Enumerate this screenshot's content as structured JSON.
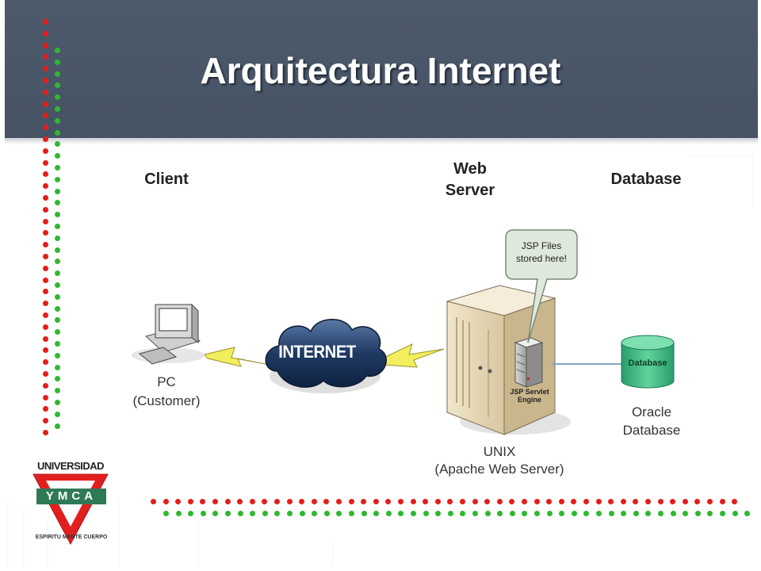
{
  "slide": {
    "title": "Arquitectura Internet",
    "colors": {
      "header": "#465365",
      "dot_red": "#e31d1d",
      "dot_green": "#2fb82f",
      "lightning": "#f2ee5c",
      "db": "#33b079"
    }
  },
  "diagram": {
    "columns": {
      "client": "Client",
      "web_server": "Web\nServer",
      "database": "Database"
    },
    "nodes": {
      "pc_line1": "PC",
      "pc_line2": "(Customer)",
      "internet": "INTERNET",
      "server_line1": "UNIX",
      "server_line2": "(Apache Web Server)",
      "engine_line1": "JSP Servlet",
      "engine_line2": "Engine",
      "db_label": "Database",
      "oracle_line1": "Oracle",
      "oracle_line2": "Database"
    },
    "callout": {
      "line1": "JSP Files",
      "line2": "stored here!"
    },
    "icons": [
      "computer-icon",
      "cloud-icon",
      "lightning-icon",
      "server-icon",
      "database-icon"
    ]
  },
  "logo": {
    "top": "UNIVERSIDAD",
    "band": "YMCA",
    "bottom": "ESPIRITU MENTE CUERPO"
  }
}
